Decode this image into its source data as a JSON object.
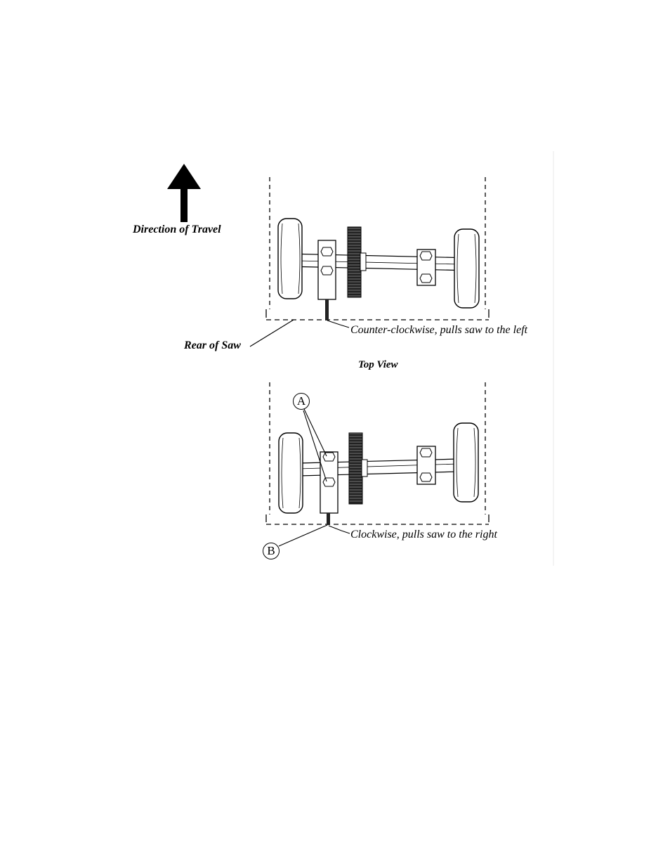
{
  "labels": {
    "direction": "Direction of Travel",
    "rear": "Rear of Saw",
    "top_view": "Top View",
    "counter_clockwise": "Counter-clockwise, pulls saw to the left",
    "clockwise": "Clockwise, pulls saw to the right",
    "callout_a": "A",
    "callout_b": "B"
  }
}
